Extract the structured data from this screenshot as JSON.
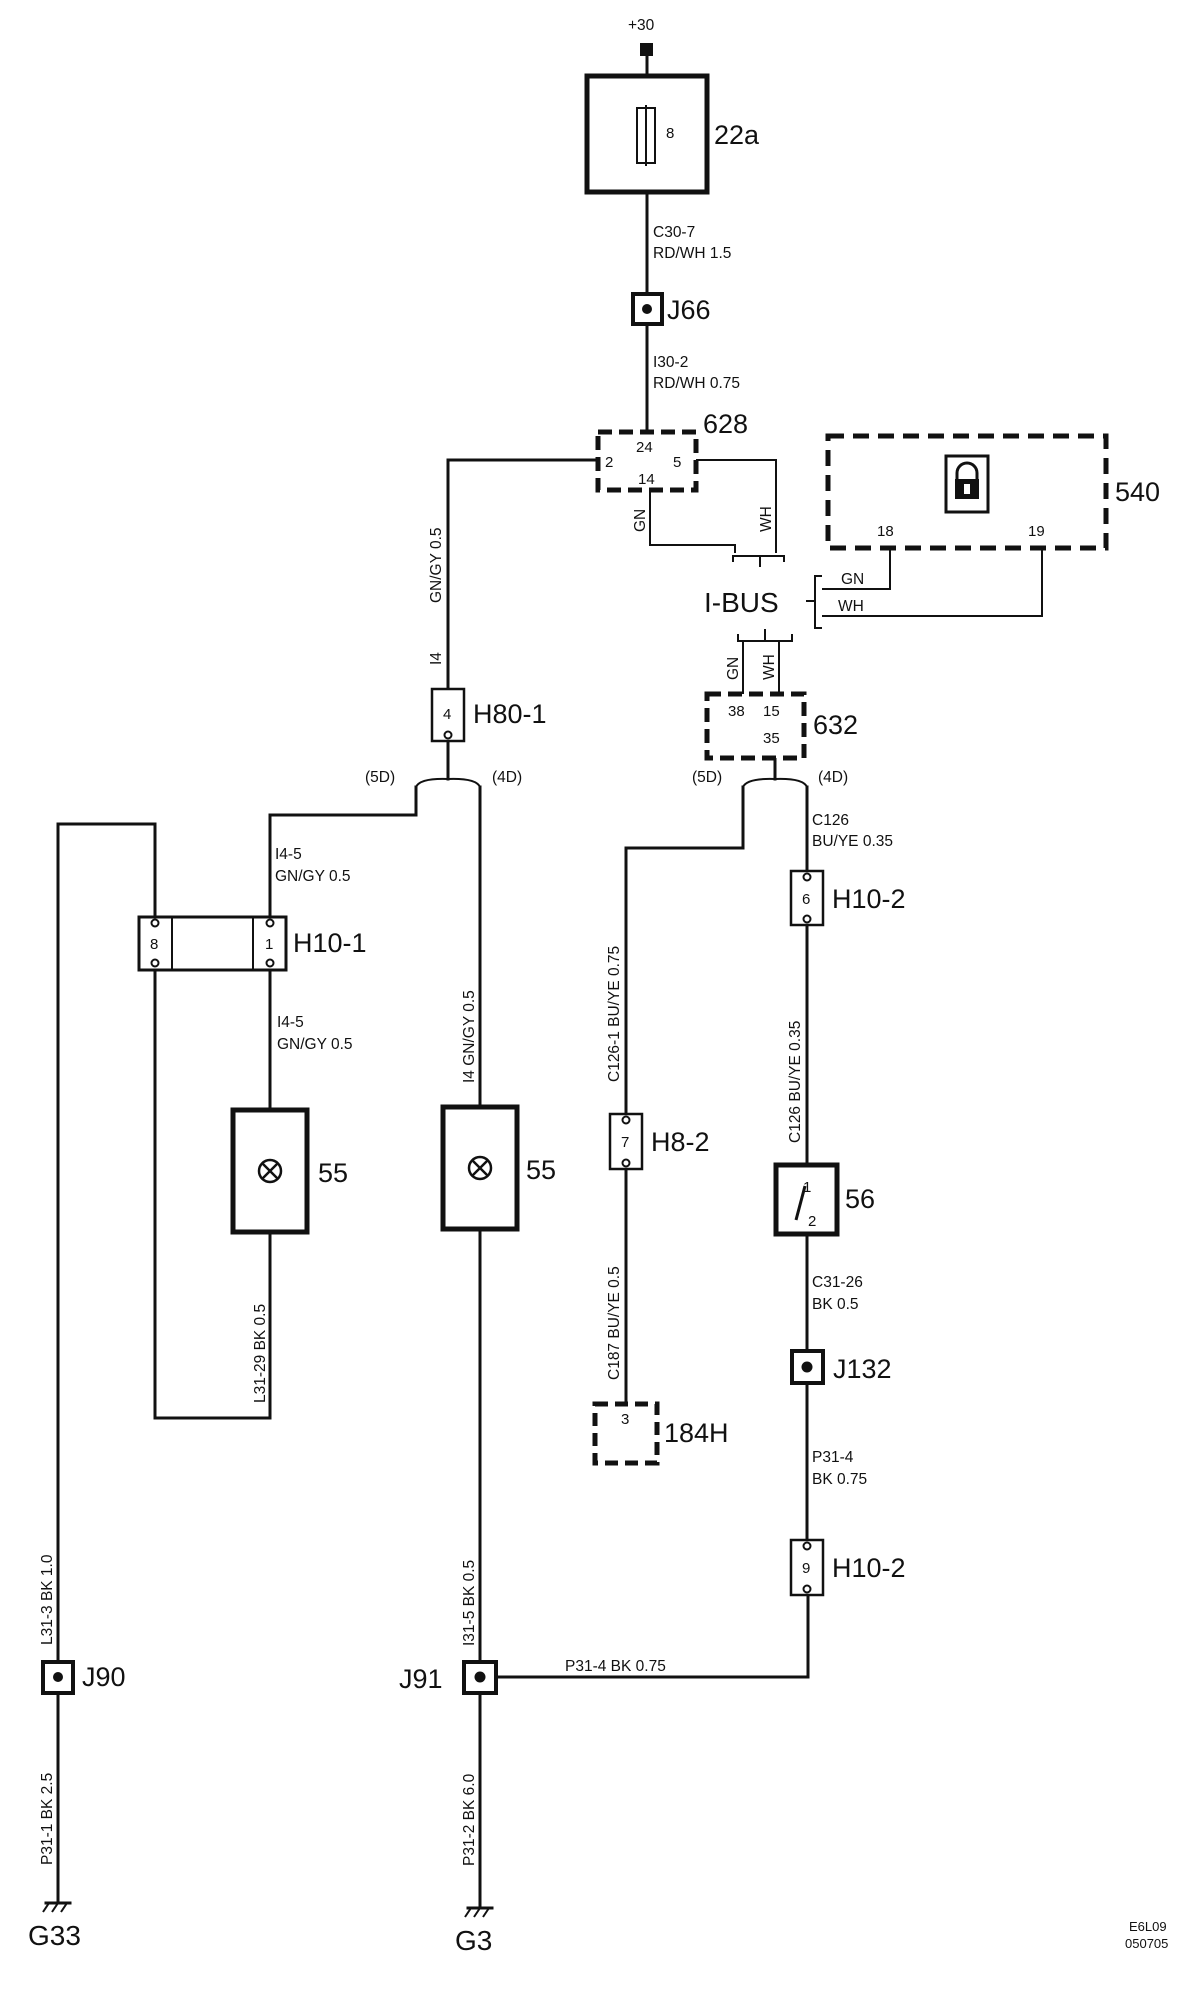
{
  "supply": {
    "label": "+30"
  },
  "fuse": {
    "id": "22a",
    "pin": "8"
  },
  "wires": {
    "w_c30_7": {
      "line1": "C30-7",
      "line2": "RD/WH   1.5"
    },
    "w_i30_2": {
      "line1": "I30-2",
      "line2": "RD/WH   0.75"
    },
    "w_i4_gngy": "GN/GY   0.5",
    "w_i4": "I4",
    "w_628_gn": "GN",
    "w_628_wh": "WH",
    "w_540_gn": "GN",
    "w_540_wh": "WH",
    "w_632_gn": "GN",
    "w_632_wh": "WH",
    "w_i4_5_top": {
      "line1": "I4-5",
      "line2": "GN/GY   0.5"
    },
    "w_i4_5_bot": {
      "line1": "I4-5",
      "line2": "GN/GY   0.5"
    },
    "w_i4_center": "I4  GN/GY   0.5",
    "w_c126_top": {
      "line1": "C126",
      "line2": "BU/YE   0.35"
    },
    "w_c126_1": "C126-1    BU/YE   0.75",
    "w_c126_mid": "C126    BU/YE   0.35",
    "w_l31_29": "L31-29   BK   0.5",
    "w_c187": "C187    BU/YE   0.5",
    "w_c31_26": {
      "line1": "C31-26",
      "line2": "BK   0.5"
    },
    "w_p31_4_vert": {
      "line1": "P31-4",
      "line2": "BK  0.75"
    },
    "w_l31_3": "L31-3   BK   1.0",
    "w_i31_5": "I31-5   BK   0.5",
    "w_p31_4_horiz": "P31-4       BK   0.75",
    "w_p31_1": "P31-1  BK  2.5",
    "w_p31_2": "P31-2  BK  6.0"
  },
  "variants": {
    "left": "(5D)",
    "right": "(4D)"
  },
  "components": {
    "splice_j66": "J66",
    "module_628": {
      "id": "628",
      "pins": [
        "2",
        "24",
        "5",
        "14"
      ]
    },
    "module_540": {
      "id": "540",
      "pins": [
        "18",
        "19"
      ]
    },
    "ibus": "I-BUS",
    "module_632": {
      "id": "632",
      "pins": [
        "38",
        "15",
        "35"
      ]
    },
    "conn_h80_1": {
      "id": "H80-1",
      "pin": "4"
    },
    "conn_h10_1": {
      "id": "H10-1",
      "pins": [
        "8",
        "1"
      ]
    },
    "conn_h10_2_top": {
      "id": "H10-2",
      "pin": "6"
    },
    "conn_h8_2": {
      "id": "H8-2",
      "pin": "7"
    },
    "lamp_left": "55",
    "lamp_center": "55",
    "switch_56": {
      "id": "56",
      "pins": [
        "1",
        "2"
      ]
    },
    "module_184h": {
      "id": "184H",
      "pin": "3"
    },
    "splice_j132": "J132",
    "conn_h10_2_bot": {
      "id": "H10-2",
      "pin": "9"
    },
    "splice_j90": "J90",
    "splice_j91": "J91"
  },
  "grounds": {
    "left": "G33",
    "center": "G3"
  },
  "footer": {
    "line1": "E6L09",
    "line2": "050705"
  }
}
